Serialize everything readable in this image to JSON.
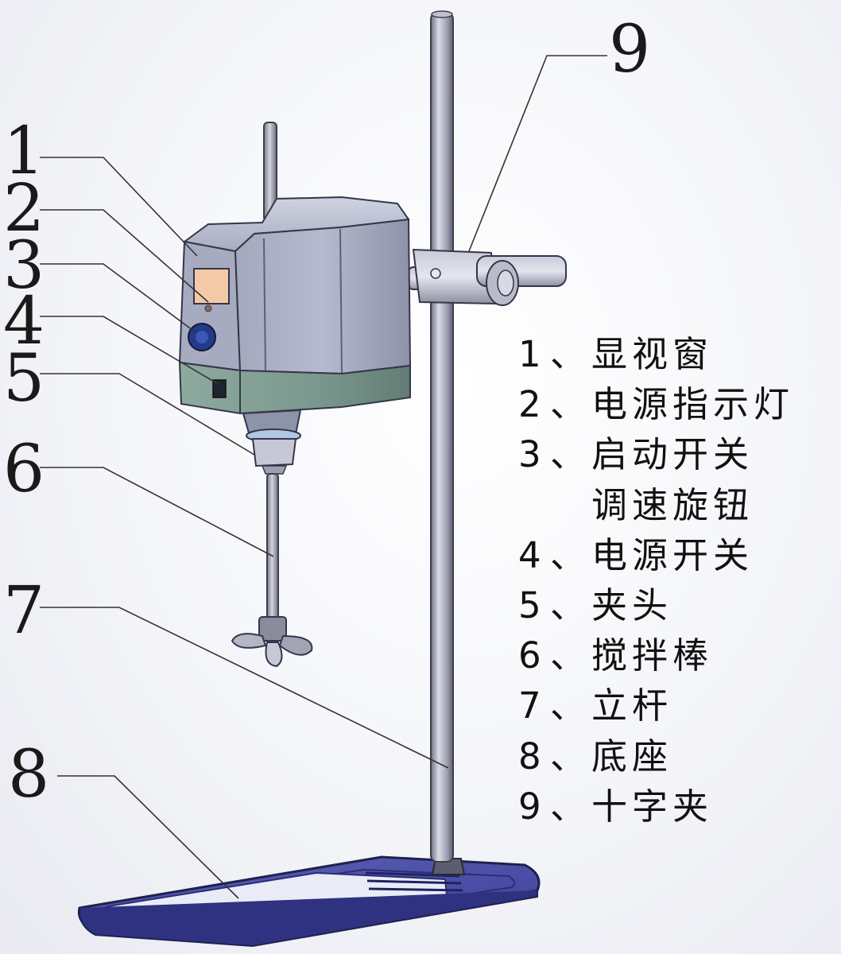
{
  "callouts": [
    "1",
    "2",
    "3",
    "4",
    "5",
    "6",
    "7",
    "8",
    "9"
  ],
  "legend": [
    {
      "num": "1",
      "sep": "、",
      "label": "显视窗"
    },
    {
      "num": "2",
      "sep": "、",
      "label": "电源指示灯"
    },
    {
      "num": "3",
      "sep": "、",
      "label": "启动开关"
    },
    {
      "num": "",
      "sep": "",
      "label": "调速旋钮"
    },
    {
      "num": "4",
      "sep": "、",
      "label": "电源开关"
    },
    {
      "num": "5",
      "sep": "、",
      "label": "夹头"
    },
    {
      "num": "6",
      "sep": "、",
      "label": "搅拌棒"
    },
    {
      "num": "7",
      "sep": "、",
      "label": "立杆"
    },
    {
      "num": "8",
      "sep": "、",
      "label": "底座"
    },
    {
      "num": "9",
      "sep": "、",
      "label": "十字夹"
    }
  ],
  "colors": {
    "rod": "#a6a8b8",
    "base": "#4b4fa6",
    "motor_body": "#9aa0b6",
    "lower_band": "#7f9a8f",
    "display": "#f3c9a8",
    "knob": "#233a88",
    "leader": "#333333"
  }
}
